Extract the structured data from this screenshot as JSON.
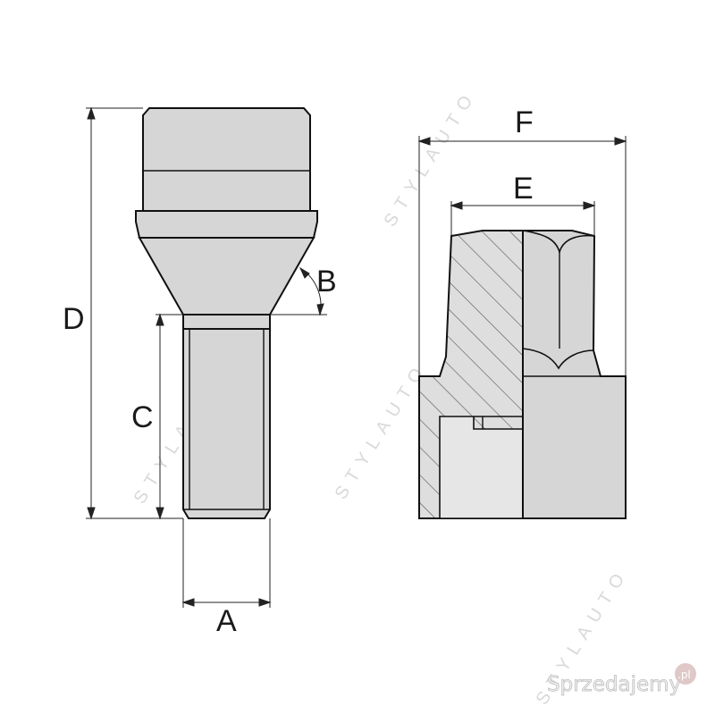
{
  "dimensions": {
    "A": "A",
    "B": "B",
    "C": "C",
    "D": "D",
    "E": "E",
    "F": "F"
  },
  "watermark": {
    "text": "STYLAUTO"
  },
  "brand": {
    "text": "Sprzedajemy",
    "tld": ".pl"
  },
  "colors": {
    "body_fill": "#d6d6d6",
    "face_fill": "#cfcfcf",
    "inner_fill": "#e4e4e4",
    "outline": "#111111",
    "hatch": "#444444"
  }
}
